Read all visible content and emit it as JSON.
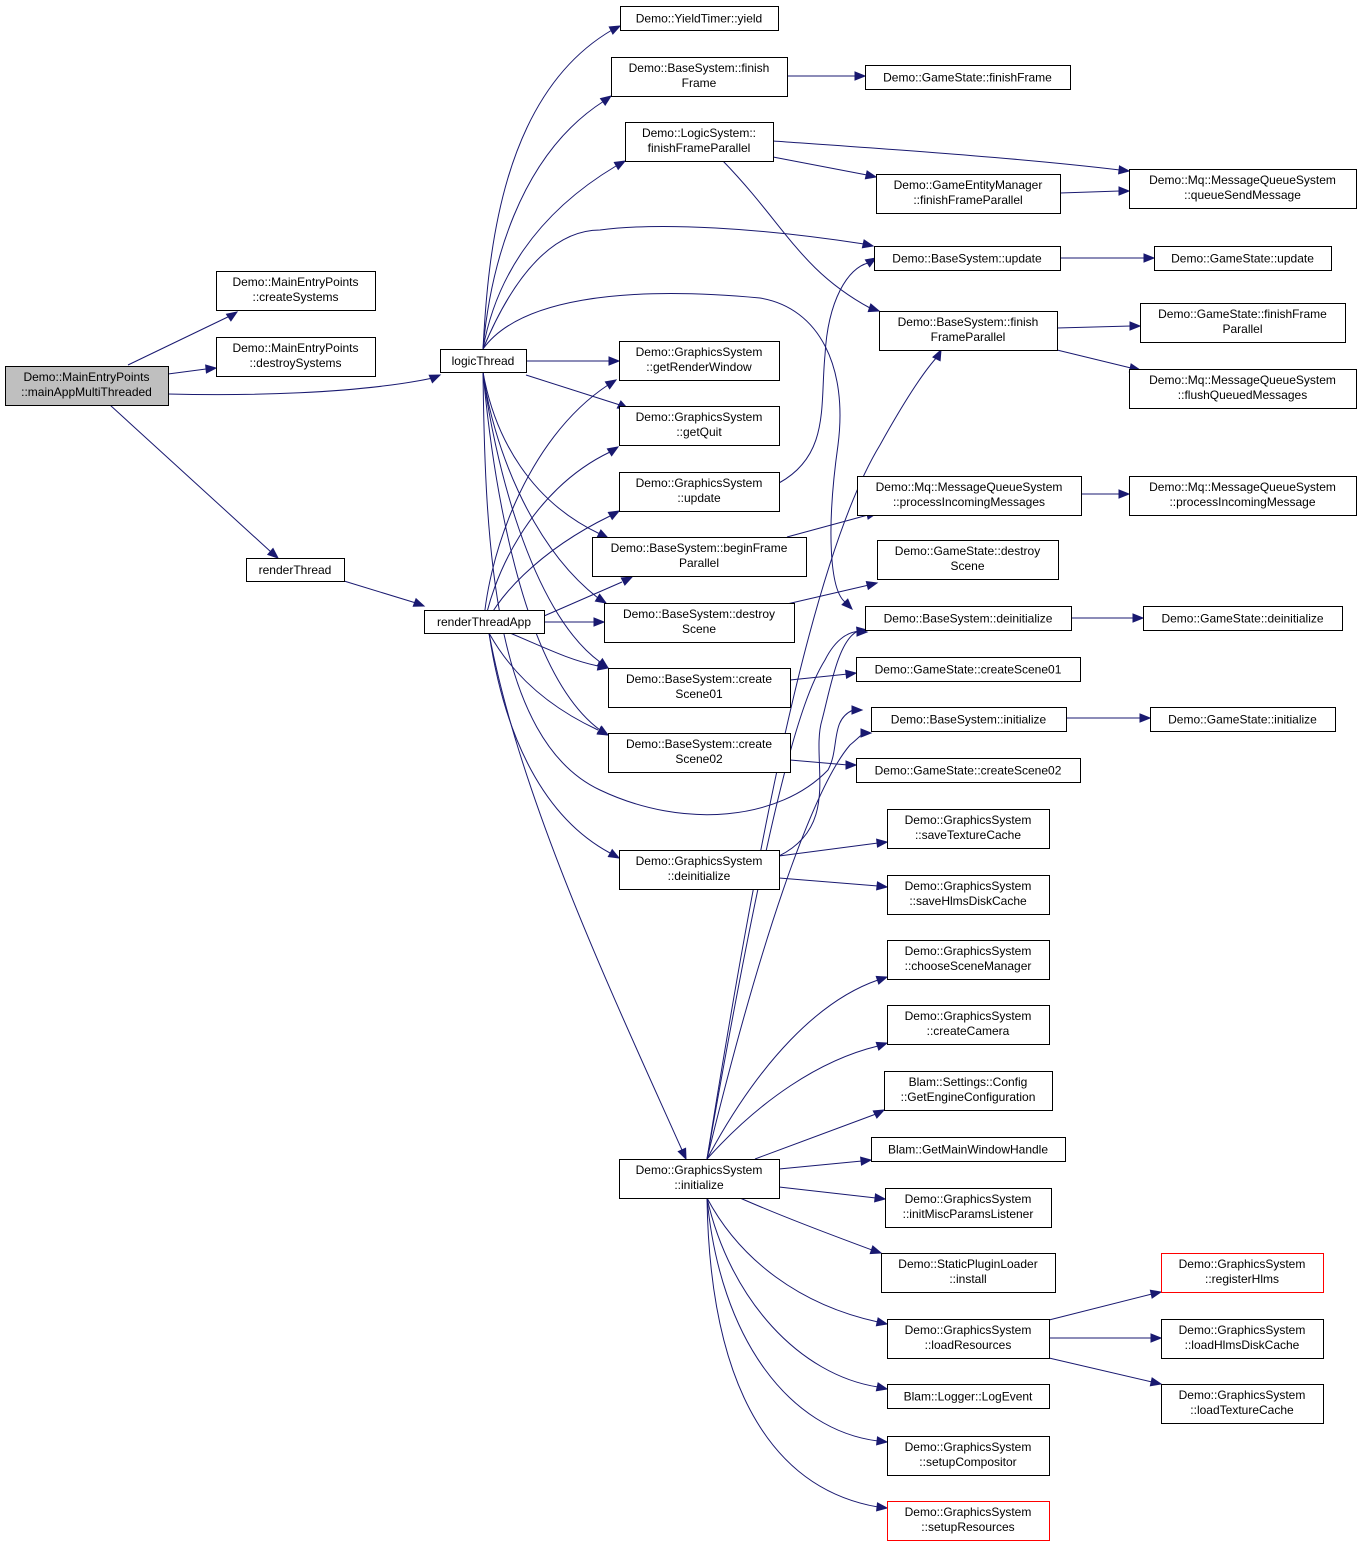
{
  "colors": {
    "edge": "#191970",
    "node_border": "#000000",
    "root_fill": "#bfbfbf",
    "truncated_border": "#ff0000"
  },
  "nodes": {
    "root": {
      "lines": [
        "Demo::MainEntryPoints",
        "::mainAppMultiThreaded"
      ]
    },
    "cs": {
      "lines": [
        "Demo::MainEntryPoints",
        "::createSystems"
      ]
    },
    "ds": {
      "lines": [
        "Demo::MainEntryPoints",
        "::destroySystems"
      ]
    },
    "lt": {
      "lines": [
        "logicThread"
      ]
    },
    "rt": {
      "lines": [
        "renderThread"
      ]
    },
    "rta": {
      "lines": [
        "renderThreadApp"
      ]
    },
    "yield": {
      "lines": [
        "Demo::YieldTimer::yield"
      ]
    },
    "bsff": {
      "lines": [
        "Demo::BaseSystem::finish",
        "Frame"
      ]
    },
    "lsffp": {
      "lines": [
        "Demo::LogicSystem::",
        "finishFrameParallel"
      ]
    },
    "gsgrw": {
      "lines": [
        "Demo::GraphicsSystem",
        "::getRenderWindow"
      ]
    },
    "gsgq": {
      "lines": [
        "Demo::GraphicsSystem",
        "::getQuit"
      ]
    },
    "gsu": {
      "lines": [
        "Demo::GraphicsSystem",
        "::update"
      ]
    },
    "bsbfp": {
      "lines": [
        "Demo::BaseSystem::beginFrame",
        "Parallel"
      ]
    },
    "bsdsc": {
      "lines": [
        "Demo::BaseSystem::destroy",
        "Scene"
      ]
    },
    "bscs1": {
      "lines": [
        "Demo::BaseSystem::create",
        "Scene01"
      ]
    },
    "bscs2": {
      "lines": [
        "Demo::BaseSystem::create",
        "Scene02"
      ]
    },
    "gsdi": {
      "lines": [
        "Demo::GraphicsSystem",
        "::deinitialize"
      ]
    },
    "gsi": {
      "lines": [
        "Demo::GraphicsSystem",
        "::initialize"
      ]
    },
    "gstff": {
      "lines": [
        "Demo::GameState::finishFrame"
      ]
    },
    "gemffp": {
      "lines": [
        "Demo::GameEntityManager",
        "::finishFrameParallel"
      ]
    },
    "bsu": {
      "lines": [
        "Demo::BaseSystem::update"
      ]
    },
    "bsffp": {
      "lines": [
        "Demo::BaseSystem::finish",
        "FrameParallel"
      ]
    },
    "mqpims": {
      "lines": [
        "Demo::Mq::MessageQueueSystem",
        "::processIncomingMessages"
      ]
    },
    "gstds": {
      "lines": [
        "Demo::GameState::destroy",
        "Scene"
      ]
    },
    "bsdi": {
      "lines": [
        "Demo::BaseSystem::deinitialize"
      ]
    },
    "gstcs1": {
      "lines": [
        "Demo::GameState::createScene01"
      ]
    },
    "bsi": {
      "lines": [
        "Demo::BaseSystem::initialize"
      ]
    },
    "gstcs2": {
      "lines": [
        "Demo::GameState::createScene02"
      ]
    },
    "gsstc": {
      "lines": [
        "Demo::GraphicsSystem",
        "::saveTextureCache"
      ]
    },
    "gsshdc": {
      "lines": [
        "Demo::GraphicsSystem",
        "::saveHlmsDiskCache"
      ]
    },
    "gscsm": {
      "lines": [
        "Demo::GraphicsSystem",
        "::chooseSceneManager"
      ]
    },
    "gscc": {
      "lines": [
        "Demo::GraphicsSystem",
        "::createCamera"
      ]
    },
    "bscfg": {
      "lines": [
        "Blam::Settings::Config",
        "::GetEngineConfiguration"
      ]
    },
    "bgmwh": {
      "lines": [
        "Blam::GetMainWindowHandle"
      ]
    },
    "gsimpl": {
      "lines": [
        "Demo::GraphicsSystem",
        "::initMiscParamsListener"
      ]
    },
    "spli": {
      "lines": [
        "Demo::StaticPluginLoader",
        "::install"
      ]
    },
    "gslr": {
      "lines": [
        "Demo::GraphicsSystem",
        "::loadResources"
      ]
    },
    "blle": {
      "lines": [
        "Blam::Logger::LogEvent"
      ]
    },
    "gssc": {
      "lines": [
        "Demo::GraphicsSystem",
        "::setupCompositor"
      ]
    },
    "gssr": {
      "lines": [
        "Demo::GraphicsSystem",
        "::setupResources"
      ]
    },
    "mqqsm": {
      "lines": [
        "Demo::Mq::MessageQueueSystem",
        "::queueSendMessage"
      ]
    },
    "gstu": {
      "lines": [
        "Demo::GameState::update"
      ]
    },
    "gstffp": {
      "lines": [
        "Demo::GameState::finishFrame",
        "Parallel"
      ]
    },
    "mqfqm": {
      "lines": [
        "Demo::Mq::MessageQueueSystem",
        "::flushQueuedMessages"
      ]
    },
    "mqpim": {
      "lines": [
        "Demo::Mq::MessageQueueSystem",
        "::processIncomingMessage"
      ]
    },
    "gstdi": {
      "lines": [
        "Demo::GameState::deinitialize"
      ]
    },
    "gsti": {
      "lines": [
        "Demo::GameState::initialize"
      ]
    },
    "gsrh": {
      "lines": [
        "Demo::GraphicsSystem",
        "::registerHlms"
      ]
    },
    "gslhdc": {
      "lines": [
        "Demo::GraphicsSystem",
        "::loadHlmsDiskCache"
      ]
    },
    "gsltc": {
      "lines": [
        "Demo::GraphicsSystem",
        "::loadTextureCache"
      ]
    }
  }
}
